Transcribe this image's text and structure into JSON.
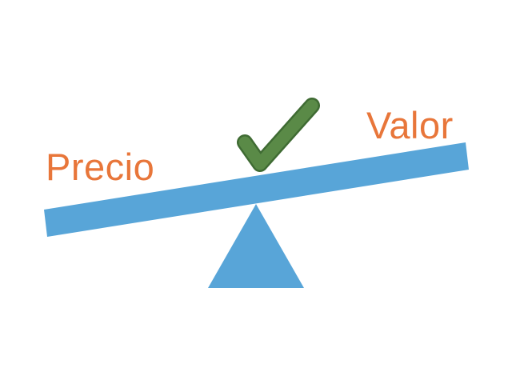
{
  "labels": {
    "left": "Precio",
    "right": "Valor"
  },
  "icons": {
    "check": "checkmark-icon",
    "fulcrum": "triangle-fulcrum",
    "beam": "balance-beam"
  },
  "colors": {
    "label": "#E8763A",
    "beam": "#58A5D8",
    "fulcrum": "#58A5D8",
    "check": "#5A8A47",
    "check_outline": "#3F6B33",
    "background": "#FFFFFF"
  }
}
